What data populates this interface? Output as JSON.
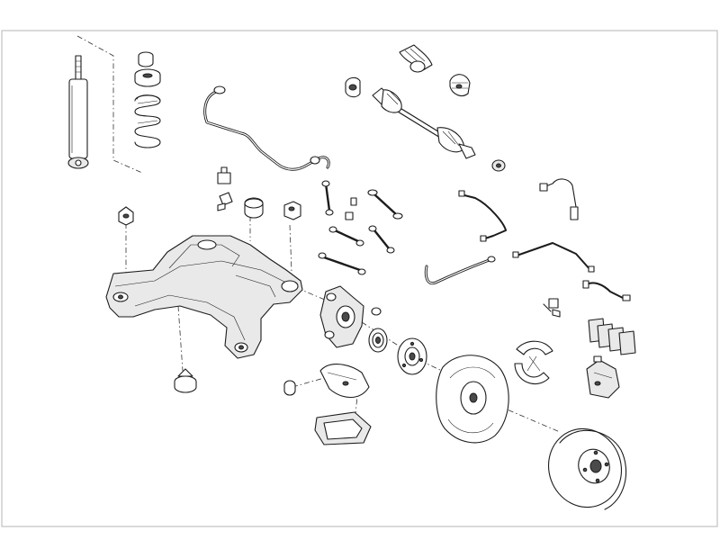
{
  "diagram": {
    "colors": {
      "background": "#ffffff",
      "line": "#1c1c1c",
      "shade": "#e9e9e9",
      "dark": "#4a4a4a"
    },
    "parts": [
      "shock-absorber",
      "coil-spring",
      "spring-mount",
      "stabilizer-bar",
      "drive-shaft",
      "cv-boots",
      "subframe",
      "subframe-bushings",
      "control-arms",
      "wheel-hub-carrier",
      "wheel-bearing",
      "brake-shield",
      "parking-brake-shoes",
      "brake-pads",
      "brake-caliper",
      "brake-disc",
      "abs-sensors",
      "brake-lines"
    ]
  }
}
